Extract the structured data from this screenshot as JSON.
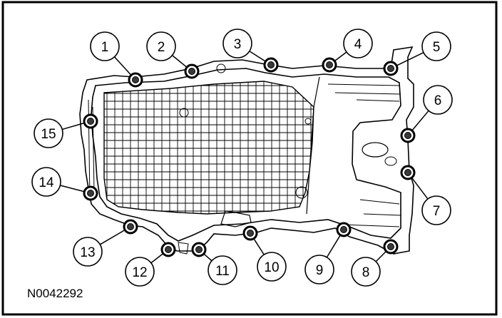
{
  "figure": {
    "reference_id": "N0042292",
    "description_type": "oil pan bolt tightening sequence"
  },
  "callouts": [
    {
      "label": "1"
    },
    {
      "label": "2"
    },
    {
      "label": "3"
    },
    {
      "label": "4"
    },
    {
      "label": "5"
    },
    {
      "label": "6"
    },
    {
      "label": "7"
    },
    {
      "label": "8"
    },
    {
      "label": "9"
    },
    {
      "label": "10"
    },
    {
      "label": "11"
    },
    {
      "label": "12"
    },
    {
      "label": "13"
    },
    {
      "label": "14"
    },
    {
      "label": "15"
    }
  ],
  "colors": {
    "line": "#000000",
    "background": "#ffffff",
    "bolt_fill": "#3a3a3a"
  }
}
